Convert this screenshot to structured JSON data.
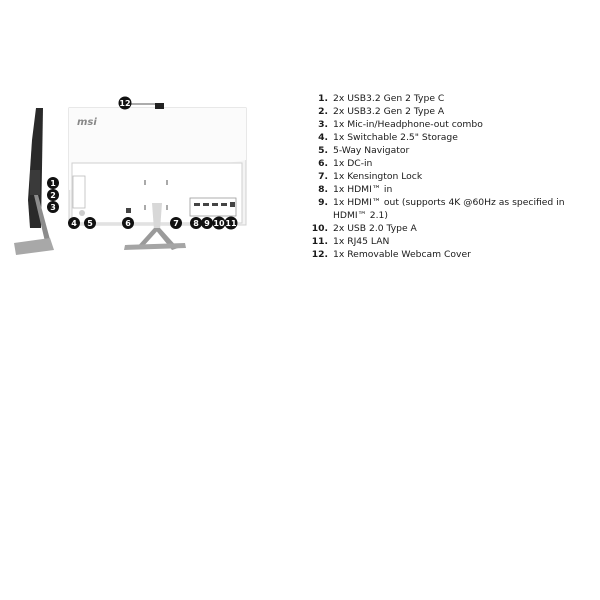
{
  "brand_logo": "msi",
  "callouts": [
    "1",
    "2",
    "3",
    "4",
    "5",
    "6",
    "7",
    "8",
    "9",
    "10",
    "11",
    "12"
  ],
  "specs": [
    {
      "num": "1.",
      "text": "2x USB3.2 Gen 2 Type C"
    },
    {
      "num": "2.",
      "text": "2x USB3.2 Gen 2 Type A"
    },
    {
      "num": "3.",
      "text": "1x Mic-in/Headphone-out combo"
    },
    {
      "num": "4.",
      "text": "1x Switchable 2.5\" Storage"
    },
    {
      "num": "5.",
      "text": "5-Way Navigator"
    },
    {
      "num": "6.",
      "text": "1x DC-in"
    },
    {
      "num": "7.",
      "text": "1x Kensington Lock"
    },
    {
      "num": "8.",
      "text": "1x HDMI™ in"
    },
    {
      "num": "9.",
      "text": "1x HDMI™ out (supports 4K @60Hz as specified in HDMI™ 2.1)"
    },
    {
      "num": "10.",
      "text": "2x USB 2.0 Type A"
    },
    {
      "num": "11.",
      "text": "1x RJ45 LAN"
    },
    {
      "num": "12.",
      "text": "1x Removable Webcam Cover"
    }
  ],
  "colors": {
    "callout": "#111111",
    "panel": "#f3f3f3",
    "stand": "#9a9a9a"
  }
}
